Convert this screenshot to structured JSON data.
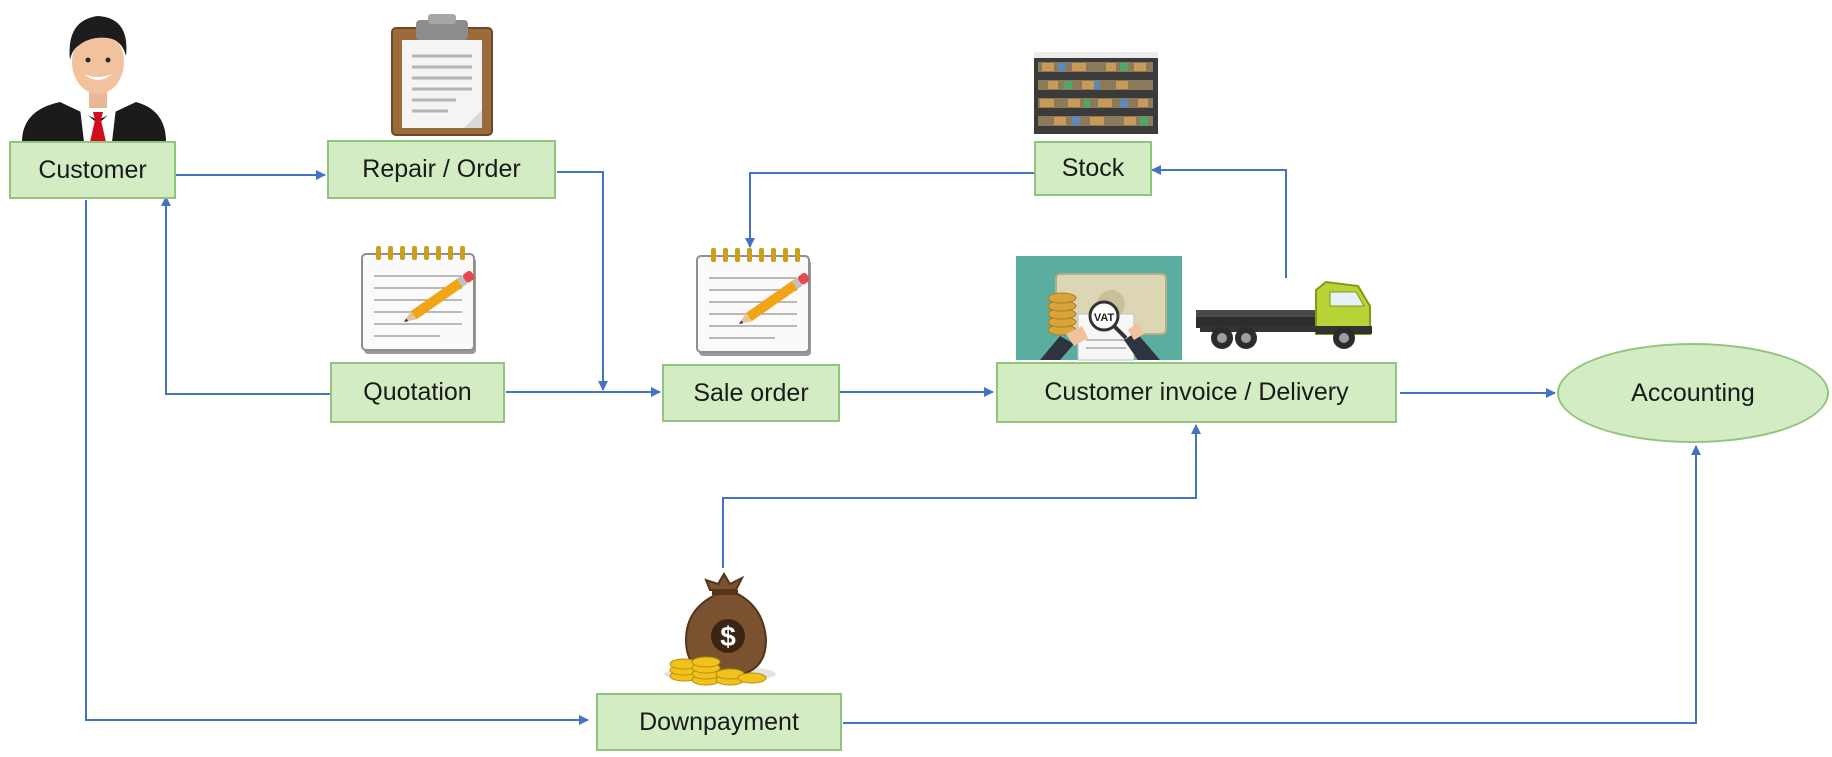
{
  "nodes": {
    "customer": "Customer",
    "repair_order": "Repair / Order",
    "stock": "Stock",
    "quotation": "Quotation",
    "sale_order": "Sale order",
    "invoice_delivery": "Customer invoice / Delivery",
    "accounting": "Accounting",
    "downpayment": "Downpayment"
  },
  "pictures": {
    "customer": "businessman-icon",
    "repair_order": "clipboard-icon",
    "stock": "warehouse-shelves-photo",
    "quotation": "notepad-pencil-icon",
    "sale_order": "notepad-pencil-icon",
    "invoice": "vat-invoice-icon",
    "delivery": "delivery-truck-icon",
    "downpayment": "money-bag-icon"
  },
  "colors": {
    "node_fill": "#d4ecc3",
    "node_border": "#93c47d",
    "arrow": "#4472c4"
  }
}
